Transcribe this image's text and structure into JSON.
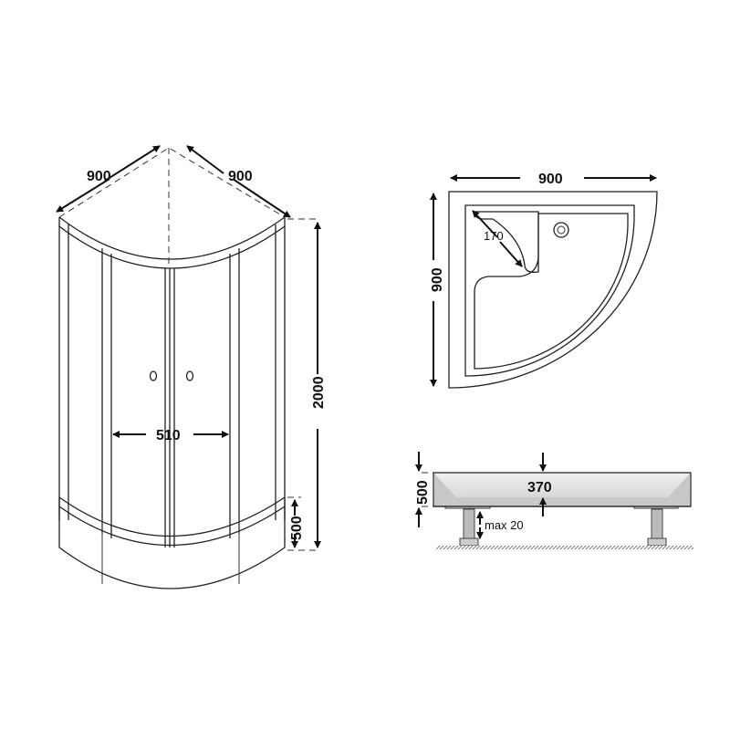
{
  "cabin": {
    "depth_left": "900",
    "depth_right": "900",
    "height": "2000",
    "door_opening": "510",
    "base_height": "500"
  },
  "tray_top": {
    "width": "900",
    "depth": "900",
    "seat_radius": "170"
  },
  "tray_side": {
    "total_height": "500",
    "tray_height": "370",
    "leg_adjust": "max 20"
  }
}
